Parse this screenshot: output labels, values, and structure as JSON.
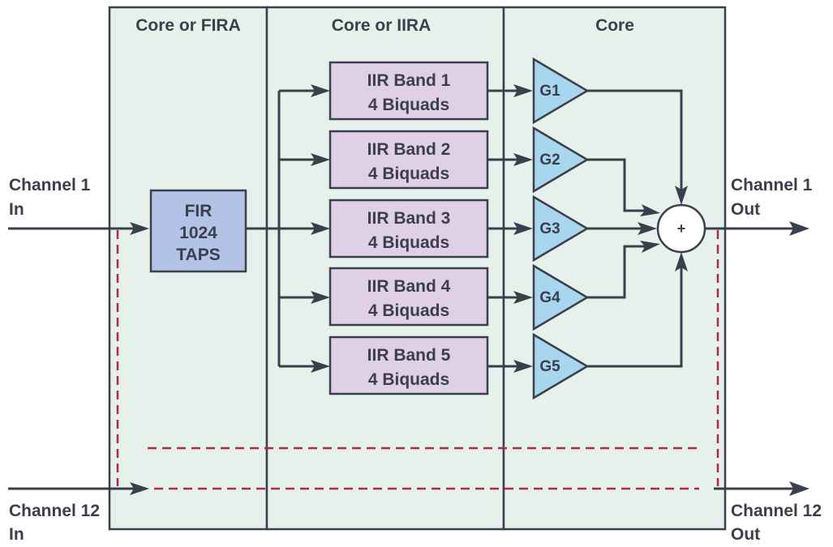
{
  "sections": {
    "fira_title": "Core or FIRA",
    "iira_title": "Core or IIRA",
    "core_title": "Core"
  },
  "io": {
    "ch1_in_line1": "Channel 1",
    "ch1_in_line2": "In",
    "ch1_out_line1": "Channel 1",
    "ch1_out_line2": "Out",
    "ch12_in_line1": "Channel 12",
    "ch12_in_line2": "In",
    "ch12_out_line1": "Channel 12",
    "ch12_out_line2": "Out"
  },
  "fir": {
    "line1": "FIR",
    "line2": "1024",
    "line3": "TAPS"
  },
  "iir_bands": [
    {
      "line1": "IIR Band 1",
      "line2": "4 Biquads"
    },
    {
      "line1": "IIR Band 2",
      "line2": "4 Biquads"
    },
    {
      "line1": "IIR Band 3",
      "line2": "4 Biquads"
    },
    {
      "line1": "IIR Band 4",
      "line2": "4 Biquads"
    },
    {
      "line1": "IIR Band 5",
      "line2": "4 Biquads"
    }
  ],
  "gains": [
    "G1",
    "G2",
    "G3",
    "G4",
    "G5"
  ],
  "summer": {
    "symbol": "+"
  },
  "colors": {
    "panel_fill": "#e6f1ec",
    "fir_fill": "#b3c3e6",
    "iir_fill": "#dfd0e8",
    "gain_fill": "#a9d6ef",
    "line": "#3a3f4b",
    "dashed_path": "#b0284a"
  }
}
